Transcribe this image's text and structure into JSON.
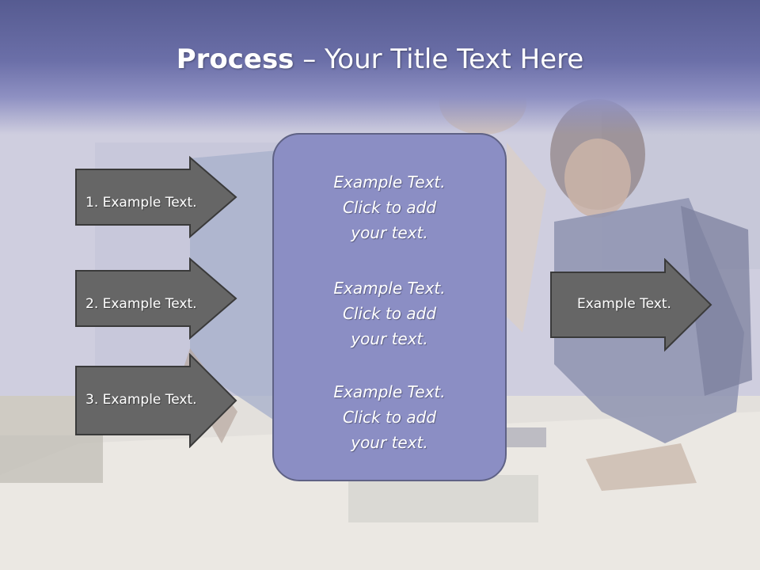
{
  "title": {
    "bold": "Process",
    "rest": " – Your Title Text Here"
  },
  "inputs": [
    {
      "label": "1. Example Text."
    },
    {
      "label": "2. Example Text."
    },
    {
      "label": "3. Example Text."
    }
  ],
  "center": {
    "paragraphs": [
      {
        "line1": "Example Text.",
        "line2": "Click  to add",
        "line3": "your text."
      },
      {
        "line1": "Example Text.",
        "line2": "Click  to add",
        "line3": "your text."
      },
      {
        "line1": "Example Text.",
        "line2": "Click  to add",
        "line3": "your text."
      }
    ]
  },
  "output": {
    "label": "Example Text."
  },
  "colors": {
    "header": "#5a5f97",
    "box_fill": "#8b8ec4",
    "arrow_fill": "#666666"
  }
}
